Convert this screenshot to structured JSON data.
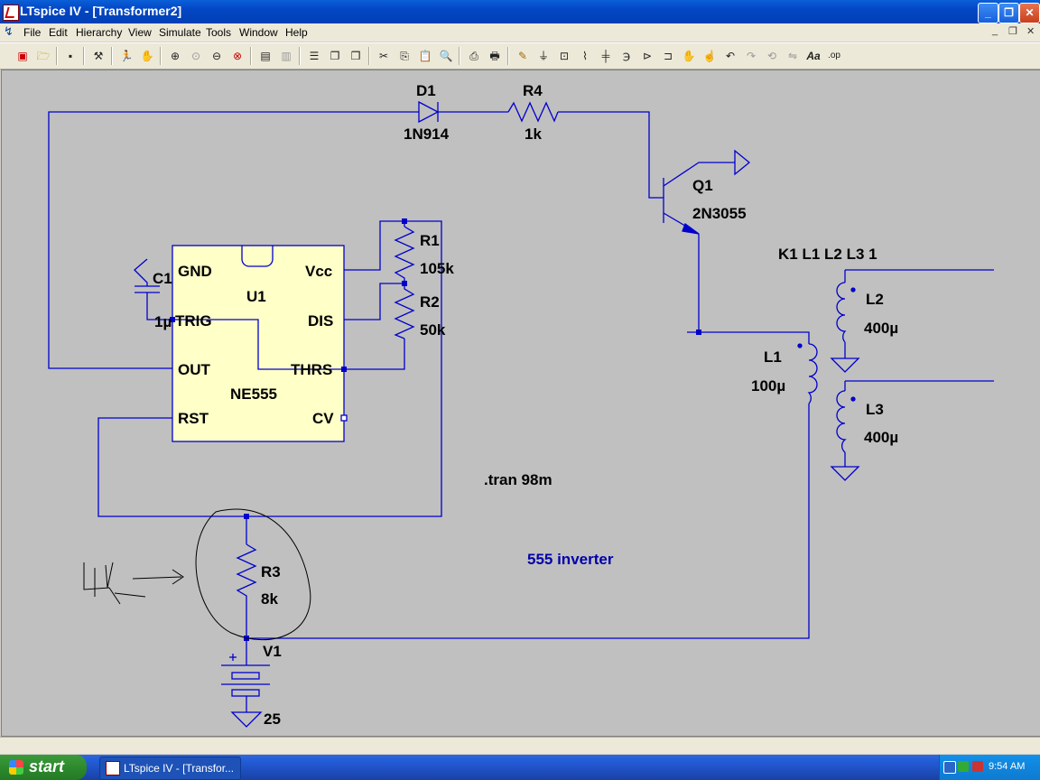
{
  "window": {
    "title": "LTspice IV - [Transformer2]",
    "controls": {
      "minimize": "_",
      "restore": "❐",
      "close": "✕"
    }
  },
  "menu": [
    "File",
    "Edit",
    "Hierarchy",
    "View",
    "Simulate",
    "Tools",
    "Window",
    "Help"
  ],
  "mdi_controls": {
    "minimize": "_",
    "restore": "❐",
    "close": "✕"
  },
  "toolbar": [
    "new-schematic",
    "open",
    "save",
    "control-panel",
    "run",
    "halt",
    "zoom-in",
    "pan",
    "zoom-out",
    "zoom-cancel",
    "plot-area",
    "plot-split",
    "tile-horizontal",
    "cascade",
    "tile-vertical",
    "cut",
    "copy",
    "paste",
    "find",
    "print-setup",
    "print",
    "draw-wire",
    "ground",
    "label-net",
    "resistor",
    "capacitor",
    "inductor",
    "diode",
    "component",
    "move",
    "drag",
    "undo",
    "redo",
    "rotate",
    "mirror",
    "text",
    "spice-directive"
  ],
  "schematic": {
    "components": {
      "d1": {
        "name": "D1",
        "value": "1N914"
      },
      "r4": {
        "name": "R4",
        "value": "1k"
      },
      "q1": {
        "name": "Q1",
        "value": "2N3055"
      },
      "u1": {
        "name": "U1",
        "value": "NE555",
        "pins": {
          "gnd": "GND",
          "vcc": "Vcc",
          "trig": "TRIG",
          "dis": "DIS",
          "out": "OUT",
          "thrs": "THRS",
          "rst": "RST",
          "cv": "CV"
        }
      },
      "c1": {
        "name": "C1",
        "value": "1µ"
      },
      "r1": {
        "name": "R1",
        "value": "105k"
      },
      "r2": {
        "name": "R2",
        "value": "50k"
      },
      "r3": {
        "name": "R3",
        "value": "8k"
      },
      "v1": {
        "name": "V1",
        "value": "25"
      },
      "l1": {
        "name": "L1",
        "value": "100µ"
      },
      "l2": {
        "name": "L2",
        "value": "400µ"
      },
      "l3": {
        "name": "L3",
        "value": "400µ"
      }
    },
    "coupling": "K1 L1 L2 L3 1",
    "directive": ".tran 98m",
    "comment": "555 inverter",
    "colors": {
      "wire": "#0000cc",
      "component": "#0000cc",
      "text": "#000000",
      "comment": "#0000aa",
      "ic_fill": "#ffffc8",
      "background": "#c0c0c0"
    }
  },
  "taskbar": {
    "start": "start",
    "task_item": "LTspice IV - [Transfor...",
    "clock": "9:54 AM"
  }
}
